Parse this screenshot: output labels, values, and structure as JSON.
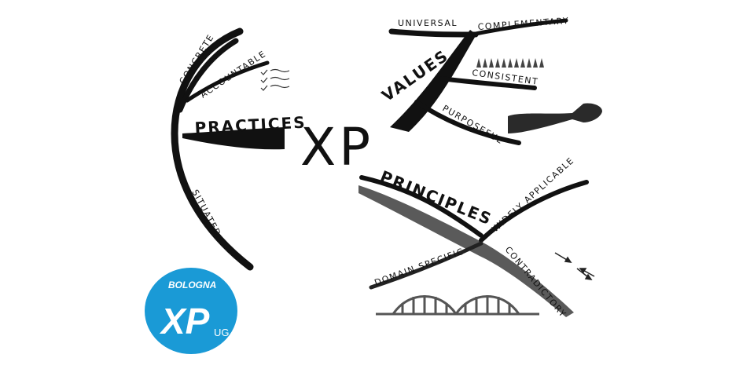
{
  "center_label": "XP",
  "practices": {
    "label": "PRACTICES",
    "branches": [
      "CONCRETE",
      "ACCOUNTABLE",
      "SITUATED"
    ]
  },
  "values": {
    "label": "VALUES",
    "branches": [
      "UNIVERSAL",
      "COMPLEMENTARY",
      "CONSISTENT",
      "PURPOSEFUL"
    ]
  },
  "principles": {
    "label": "PRINCIPLES",
    "branches": [
      "WIDELY APPLICABLE",
      "DOMAIN SPECIFIC",
      "CONTRADICTORY"
    ]
  },
  "logo": {
    "city": "BOLOGNA",
    "mark": "XP",
    "suffix": "UG",
    "color": "#1a9ad6"
  },
  "ink_color": "#111111",
  "wash_color": "#5a5a5a"
}
